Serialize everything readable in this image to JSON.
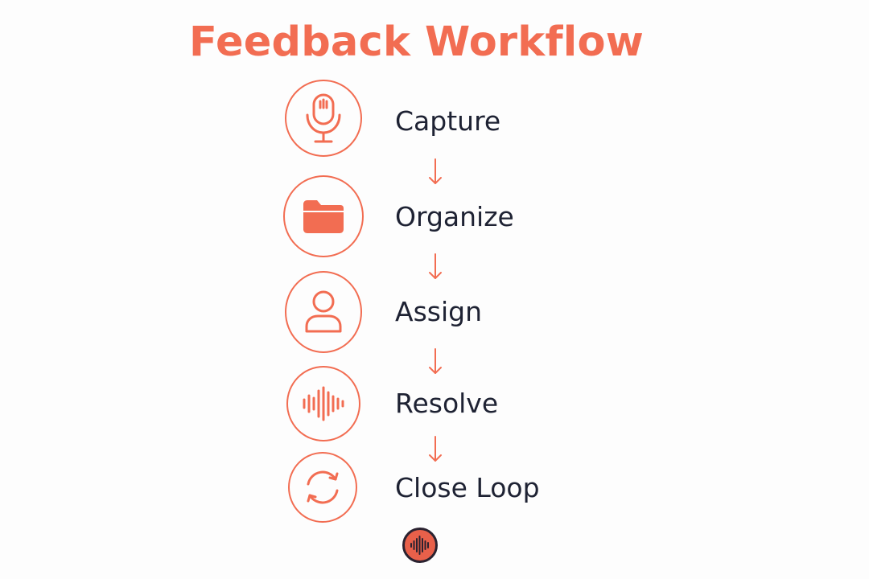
{
  "title": "Feedback Workflow",
  "colors": {
    "accent": "#f26d52",
    "text": "#1e2233",
    "logo_bg": "#e8604a",
    "logo_ring": "#2a2230"
  },
  "steps": [
    {
      "label": "Capture",
      "icon": "microphone-icon"
    },
    {
      "label": "Organize",
      "icon": "folder-icon"
    },
    {
      "label": "Assign",
      "icon": "user-icon"
    },
    {
      "label": "Resolve",
      "icon": "sound-wave-icon"
    },
    {
      "label": "Close Loop",
      "icon": "refresh-cycle-icon"
    }
  ],
  "logo": {
    "icon": "sound-wave-logo-icon"
  }
}
